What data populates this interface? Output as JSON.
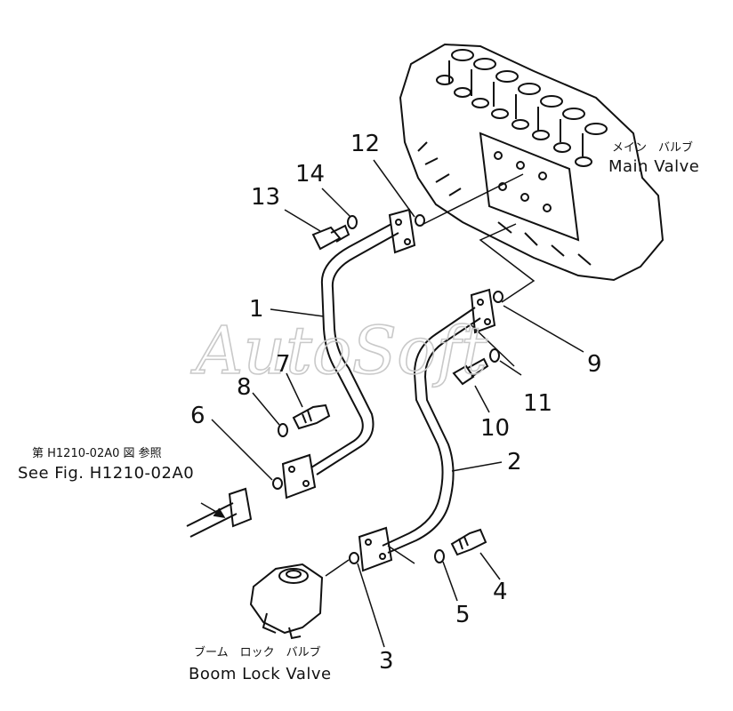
{
  "watermark": "AutoSoft",
  "main_valve": {
    "jp": "メイン　バルブ",
    "en": "Main Valve"
  },
  "boom_lock_valve": {
    "jp": "ブーム　ロック　バルブ",
    "en": "Boom Lock Valve"
  },
  "reference": {
    "jp": "第 H1210-02A0 図 参照",
    "en": "See Fig. H1210-02A0"
  },
  "part_numbers": [
    "1",
    "2",
    "3",
    "4",
    "5",
    "6",
    "7",
    "8",
    "9",
    "10",
    "11",
    "12",
    "13",
    "14"
  ]
}
